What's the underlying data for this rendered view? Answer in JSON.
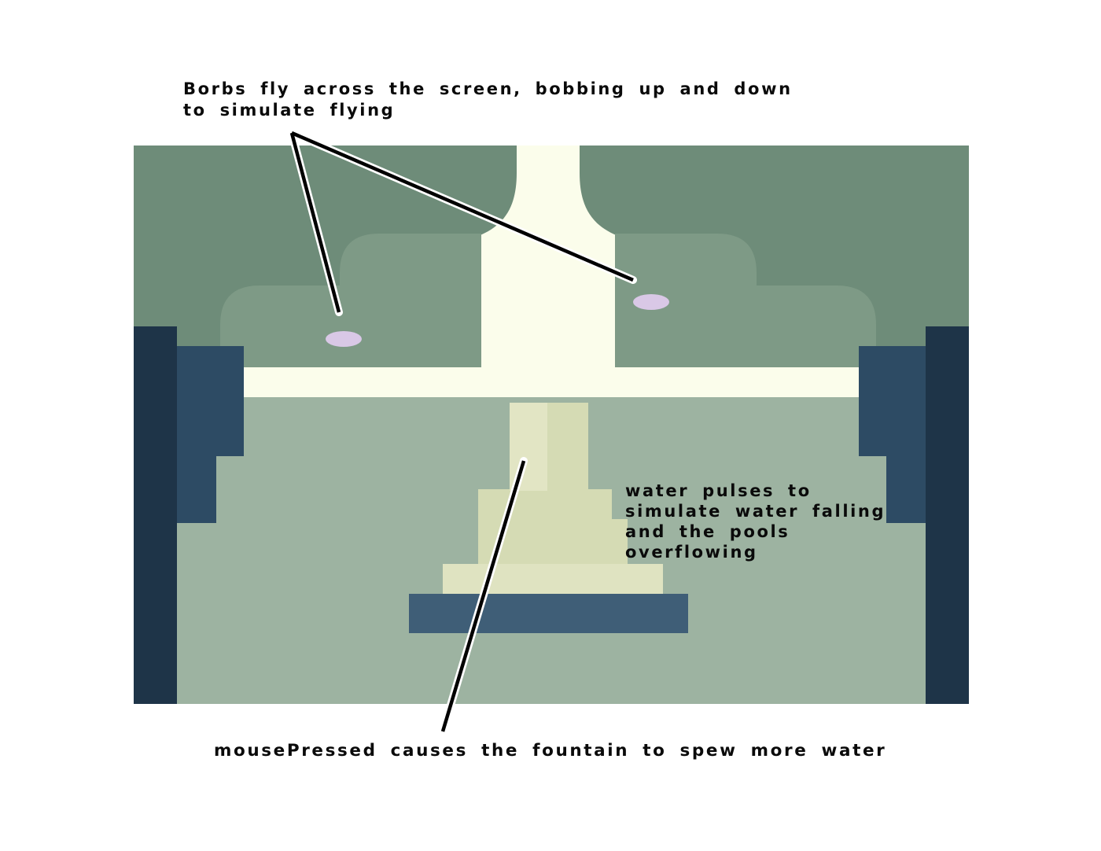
{
  "annotations": {
    "borbs_note": "Borbs fly across the screen, bobbing up and down\nto simulate flying",
    "water_note": "water pulses to\nsimulate water falling\nand the pools\noverflowing",
    "mouse_note": "mousePressed causes the fountain to spew more water"
  },
  "colors": {
    "dark_sage": "#6e8c79",
    "mid_sage": "#7e9a86",
    "light_sage": "#9db3a1",
    "cream_water": "#fbfdeb",
    "navy_pillar": "#1e3448",
    "slate_pillar": "#2d4b64",
    "fountain_base": "#3f5e77",
    "fountain_light": "#e2e5c4",
    "fountain_mid": "#d5dbb4",
    "fountain_pale": "#dfe3c1",
    "borb": "#d9c8e6",
    "line_color": "#000000",
    "line_casing": "#ffffff"
  }
}
